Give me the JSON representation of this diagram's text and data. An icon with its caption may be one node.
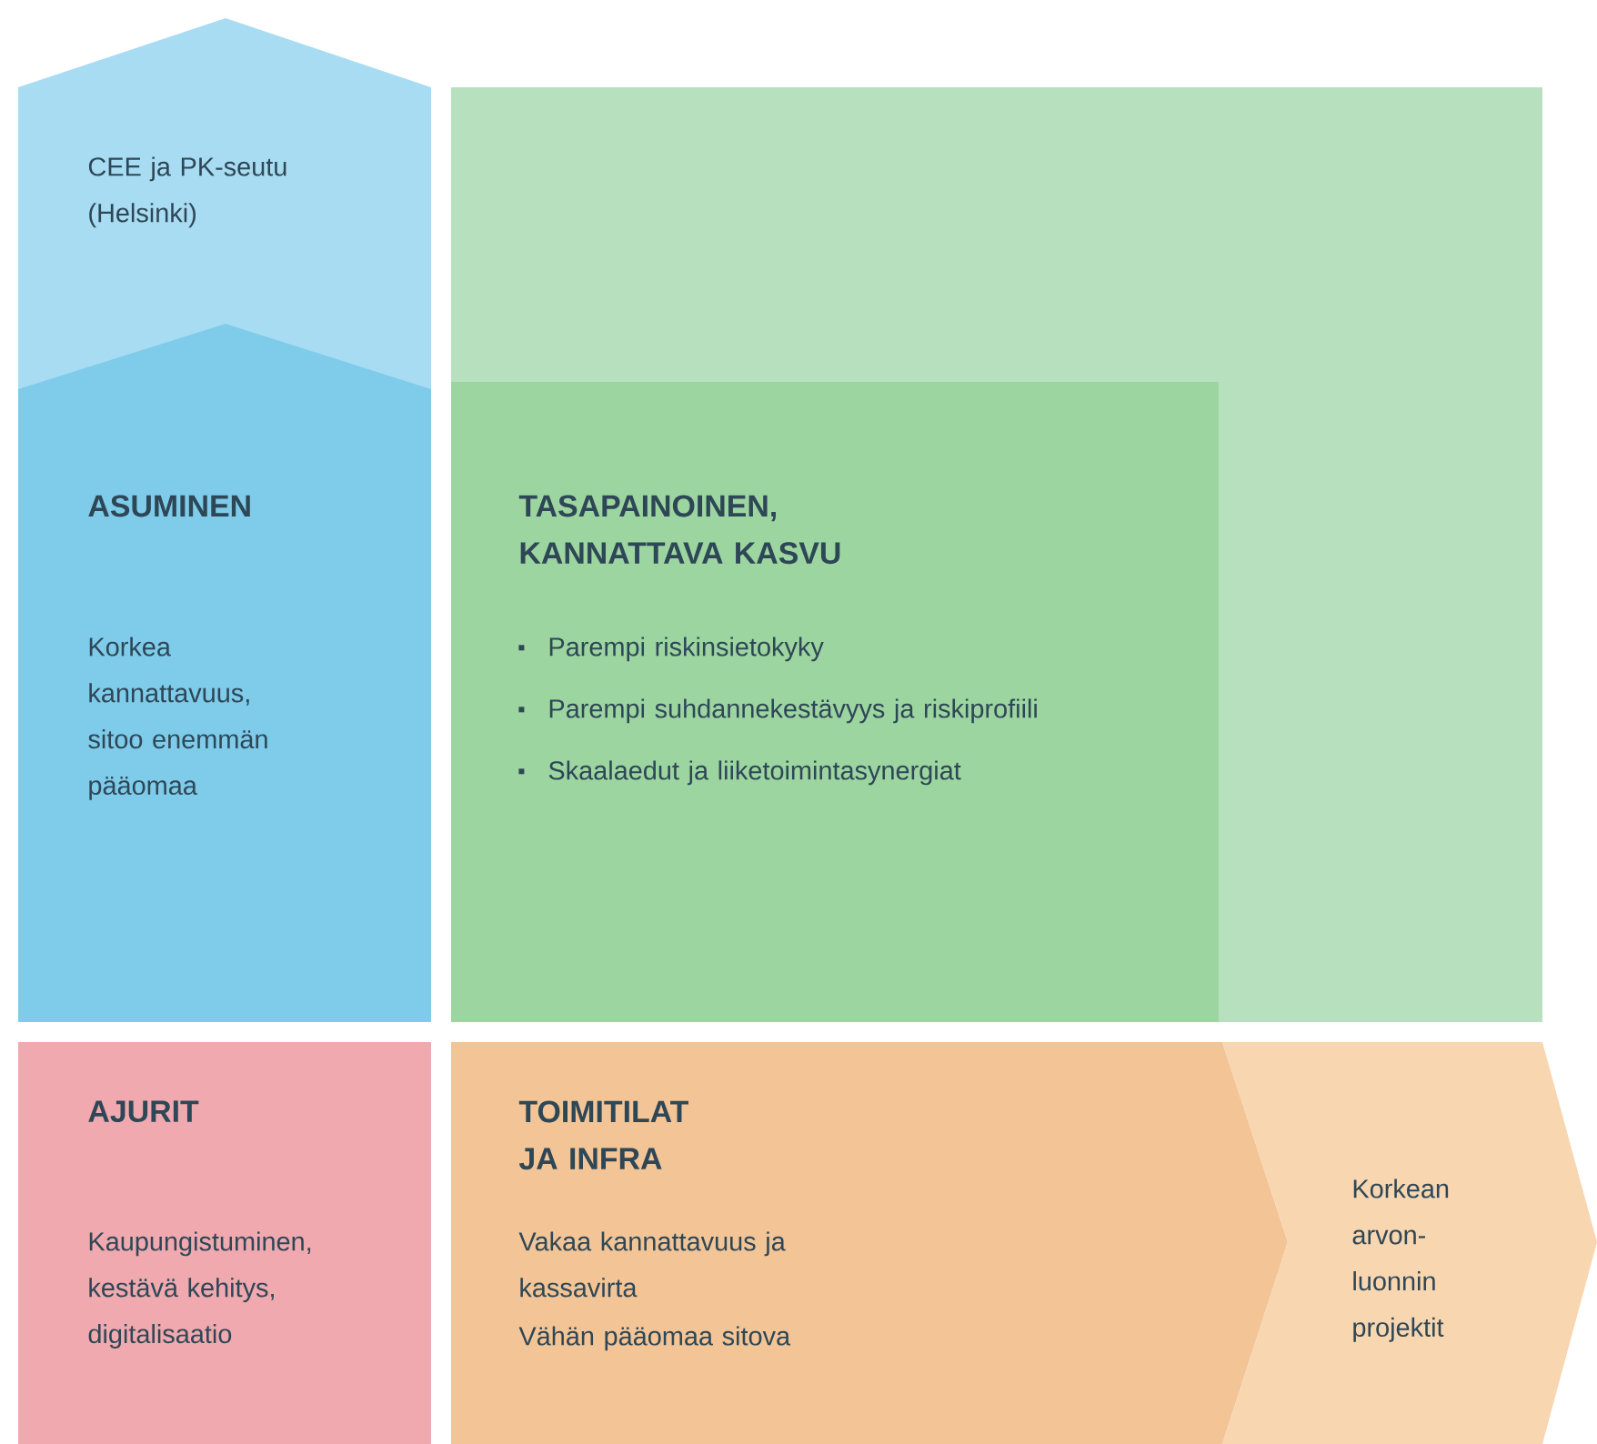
{
  "diagram": {
    "nodes": [
      {
        "text": [
          "CEE ja PK-seutu (Helsinki)"
        ]
      },
      {
        "text": [
          "ASUMINEN",
          "Korkea kannattavuus, sitoo enemmän pääomaa"
        ]
      },
      {
        "text": [],
        "shape": "box"
      },
      {
        "text": [
          "TASAPAINOINEN, KANNATTAVA KASVU",
          "Parempi riskinsietokyky",
          "Parempi suhdannekestävyys ja riskiprofiili",
          "Skaalaedut ja liiketoimintasynergiat"
        ],
        "in": 2
      },
      {
        "text": [
          "AJURIT",
          "Kaupungistuminen, kestävä kehitys, digitalisaatio"
        ]
      },
      {
        "text": [
          "TOIMITILAT JA INFRA",
          "Vakaa kannattavuus ja kassavirta",
          "Vähän pääomaa sitova"
        ]
      },
      {
        "text": [
          "Korkean arvon-luonnin projektit"
        ]
      }
    ]
  }
}
